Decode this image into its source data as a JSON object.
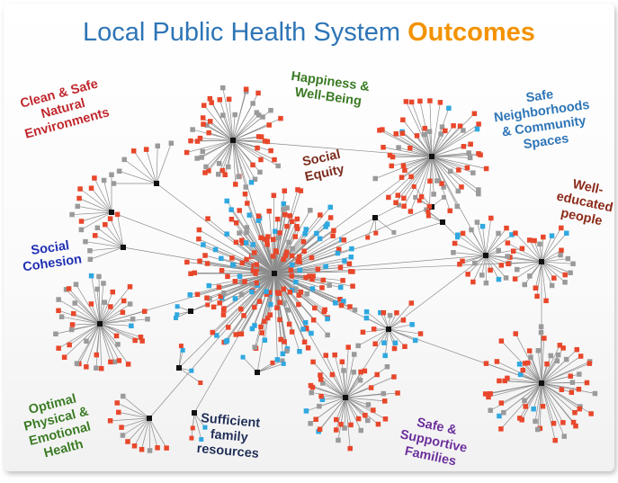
{
  "title": {
    "main": "Local Public Health System",
    "accent": "Outcomes"
  },
  "colors": {
    "title_blue": "#2e75b6",
    "title_orange": "#f39200",
    "node_red": "#e8472b",
    "node_gray": "#9a9a9a",
    "node_blue": "#2fa8e0",
    "hub": "#111111",
    "edge": "#8c8c8c"
  },
  "labels": {
    "clean_safe": "Clean & Safe\nNatural\nEnvironments",
    "happiness": "Happiness &\nWell-Being",
    "safe_neighborhoods": "Safe\nNeighborhoods\n& Community\nSpaces",
    "social_equity": "Social\nEquity",
    "well_educated": "Well-\neducated\npeople",
    "social_cohesion": "Social\nCohesion",
    "optimal_health": "Optimal\nPhysical &\nEmotional\nHealth",
    "sufficient_family": "Sufficient\nfamily\nresources",
    "safe_supportive": "Safe &\nSupportive\nFamilies"
  }
}
